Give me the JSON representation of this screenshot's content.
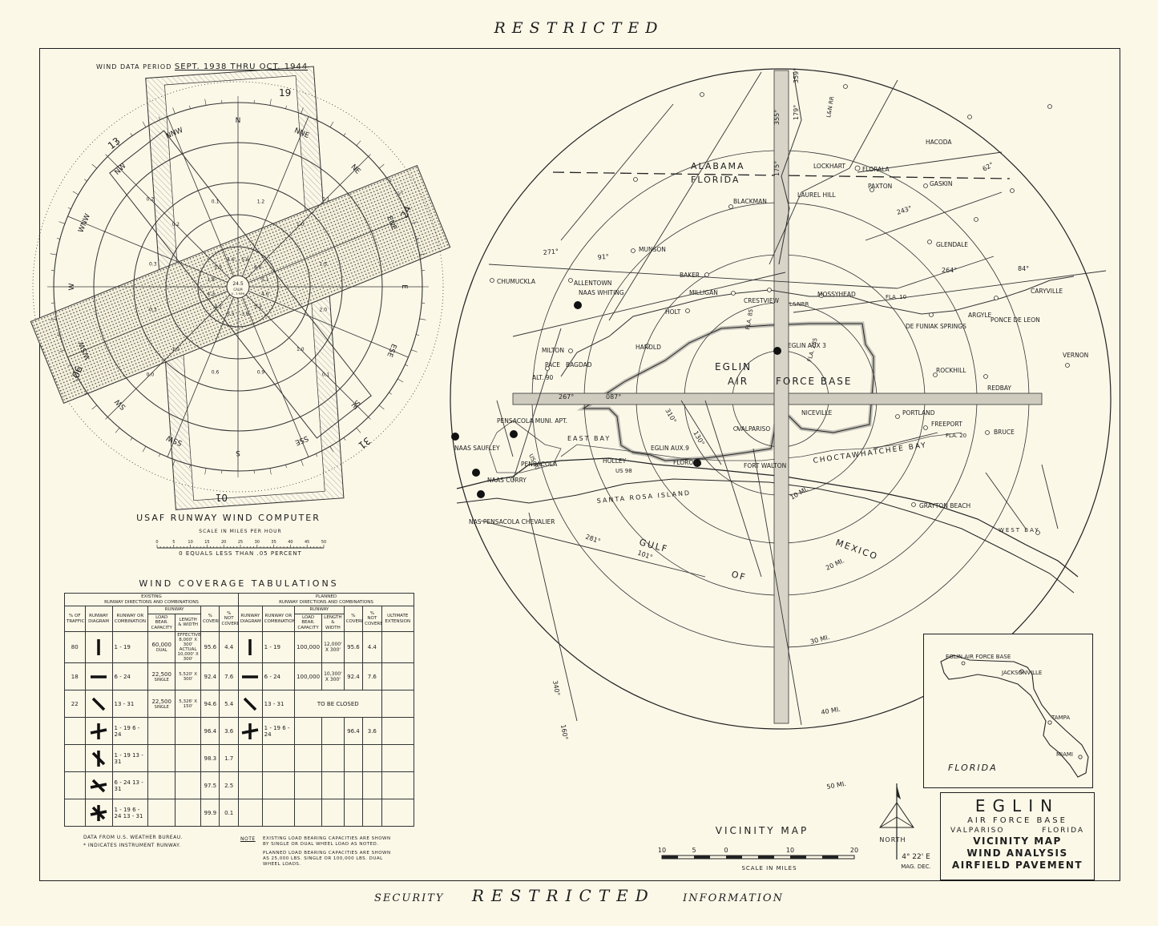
{
  "sheet": {
    "top_label": "RESTRICTED",
    "bottom_left": "SECURITY",
    "bottom_center": "RESTRICTED",
    "bottom_right": "INFORMATION"
  },
  "wind_computer": {
    "period_label": "WIND DATA PERIOD",
    "period_value": "SEPT. 1938 THRU OCT. 1944",
    "title": "USAF RUNWAY WIND COMPUTER",
    "scale_title": "SCALE IN MILES PER HOUR",
    "scale_ticks": [
      "0",
      "5",
      "10",
      "15",
      "20",
      "25",
      "30",
      "35",
      "40",
      "45",
      "50"
    ],
    "note": "0 EQUALS LESS THAN .05 PERCENT",
    "calm_value": "24.5",
    "calm_label": "CALM",
    "calm_range": "0 - 3 MPH",
    "compass_points": [
      "N",
      "NNE",
      "NE",
      "ENE",
      "E",
      "ESE",
      "SE",
      "SSE",
      "S",
      "SSW",
      "SW",
      "WSW",
      "W",
      "WNW",
      "NW",
      "NNW"
    ],
    "runway_labels": [
      "19",
      "01",
      "24",
      "06",
      "13",
      "31"
    ],
    "inner_values": [
      "5.6",
      "6.6",
      "5.1",
      "4.0",
      "3.2",
      "3.6",
      "5.5",
      "4.2",
      "4.3",
      "1.8",
      "1.5",
      "4.6"
    ],
    "middle_values": [
      "1.2",
      "1.0",
      "1.5",
      "2.0",
      "1.0",
      "0.9",
      "0.6",
      "1.0",
      "0.3",
      "0.3",
      "0.2",
      "0.1"
    ],
    "outer_values": [
      "0.1",
      "0.1",
      "0.0",
      "0.2"
    ]
  },
  "coverage": {
    "title": "WIND COVERAGE TABULATIONS",
    "existing_header": "EXISTING",
    "existing_sub": "RUNWAY DIRECTIONS AND COMBINATIONS",
    "planned_header": "PLANNED",
    "planned_sub": "RUNWAY DIRECTIONS AND COMBINATIONS",
    "runway_group": "RUNWAY",
    "col_traffic": "% OF TRAFFIC",
    "col_diagram": "RUNWAY DIAGRAM",
    "col_combination": "RUNWAY OR COMBINATION",
    "col_load": "LOAD BEAR. CAPACITY",
    "col_length": "LENGTH & WIDTH",
    "col_covered": "% COVERED",
    "col_not_covered": "% NOT COVERED",
    "col_ultimate": "ULTIMATE EXTENSION",
    "rows": [
      {
        "traffic": "80",
        "combo": "1 - 19",
        "load": "60,000",
        "load_note": "DUAL",
        "length": "EFFECTIVE 8,000' X 300' ACTUAL 10,000' X 300'",
        "covered": "95.6",
        "not_covered": "4.4",
        "p_combo": "1 - 19",
        "p_load": "100,000",
        "p_length": "12,000' X 300'",
        "p_covered": "95.6",
        "p_not": "4.4"
      },
      {
        "traffic": "18",
        "combo": "6 - 24",
        "load": "22,500",
        "load_note": "SINGLE",
        "length": "5,520' X 300'",
        "covered": "92.4",
        "not_covered": "7.6",
        "p_combo": "6 - 24",
        "p_load": "100,000",
        "p_length": "10,300' X 300'",
        "p_covered": "92.4",
        "p_not": "7.6"
      },
      {
        "traffic": "22",
        "combo": "13 - 31",
        "load": "22,500",
        "load_note": "SINGLE",
        "length": "5,326' X 150'",
        "covered": "94.6",
        "not_covered": "5.4",
        "p_combo": "13 - 31",
        "p_closed": "TO BE CLOSED"
      },
      {
        "combo": "1 - 19 6 - 24",
        "covered": "96.4",
        "not_covered": "3.6",
        "p_combo": "1 - 19 6 - 24",
        "p_covered": "96.4",
        "p_not": "3.6"
      },
      {
        "combo": "1 - 19 13 - 31",
        "covered": "98.3",
        "not_covered": "1.7"
      },
      {
        "combo": "6 - 24 13 - 31",
        "covered": "97.5",
        "not_covered": "2.5"
      },
      {
        "combo": "1 - 19 6 - 24 13 - 31",
        "covered": "99.9",
        "not_covered": "0.1"
      }
    ],
    "footnote_source": "DATA FROM U.S. WEATHER BUREAU.",
    "footnote_instrument": "* INDICATES INSTRUMENT RUNWAY.",
    "note_label": "NOTE",
    "note_existing": "EXISTING LOAD BEARING CAPACITIES ARE SHOWN BY SINGLE OR DUAL WHEEL LOAD AS NOTED.",
    "note_planned": "PLANNED LOAD BEARING CAPACITIES ARE SHOWN AS 25,000 LBS. SINGLE OR 100,000 LBS. DUAL WHEEL LOADS."
  },
  "vicinity": {
    "title": "VICINITY MAP",
    "scale_ticks": [
      "10",
      "5",
      "0",
      "10",
      "20"
    ],
    "scale_label": "SCALE IN MILES",
    "north_label": "NORTH",
    "mag_dec_value": "4° 22' E",
    "mag_dec_label": "MAG. DEC.",
    "state_labels": {
      "alabama": "ALABAMA",
      "florida": "FLORIDA"
    },
    "water_labels": {
      "gulf": "GULF",
      "of": "OF",
      "mexico": "MEXICO",
      "choctawhatchee": "CHOCTAWHATCHEE BAY",
      "east_bay": "EAST BAY",
      "west_bay": "WEST BAY",
      "santa_rosa": "SANTA ROSA ISLAND"
    },
    "base_label": [
      "EGLIN",
      "AIR",
      "FORCE BASE"
    ],
    "rings": [
      "10 MI.",
      "20 MI.",
      "30 MI.",
      "40 MI.",
      "50 MI."
    ],
    "towns": [
      {
        "id": "hacoda",
        "name": "HACODA"
      },
      {
        "id": "lockhart",
        "name": "LOCKHART"
      },
      {
        "id": "florala",
        "name": "FLORALA"
      },
      {
        "id": "paxton",
        "name": "PAXTON"
      },
      {
        "id": "gaskin",
        "name": "GASKIN"
      },
      {
        "id": "laurel-hill",
        "name": "LAUREL HILL"
      },
      {
        "id": "blackman",
        "name": "BLACKMAN"
      },
      {
        "id": "glendale",
        "name": "GLENDALE"
      },
      {
        "id": "munson",
        "name": "MUNSON"
      },
      {
        "id": "chumuckla",
        "name": "CHUMUCKLA"
      },
      {
        "id": "allentown",
        "name": "ALLENTOWN"
      },
      {
        "id": "naas-whiting",
        "name": "NAAS WHITING"
      },
      {
        "id": "baker",
        "name": "BAKER"
      },
      {
        "id": "milligan",
        "name": "MILLIGAN"
      },
      {
        "id": "crestview",
        "name": "CRESTVIEW"
      },
      {
        "id": "mossyhead",
        "name": "MOSSYHEAD"
      },
      {
        "id": "caryville",
        "name": "CARYVILLE"
      },
      {
        "id": "argyle",
        "name": "ARGYLE"
      },
      {
        "id": "ponce-de-leon",
        "name": "PONCE DE LEON"
      },
      {
        "id": "defuniak",
        "name": "DE FUNIAK SPRINGS"
      },
      {
        "id": "holt",
        "name": "HOLT"
      },
      {
        "id": "vernon",
        "name": "VERNON"
      },
      {
        "id": "milton",
        "name": "MILTON"
      },
      {
        "id": "harold",
        "name": "HAROLD"
      },
      {
        "id": "pace",
        "name": "PACE"
      },
      {
        "id": "bagdad",
        "name": "BAGDAD"
      },
      {
        "id": "eglin-aux3",
        "name": "EGLIN AUX 3"
      },
      {
        "id": "rockhill",
        "name": "ROCKHILL"
      },
      {
        "id": "redbay",
        "name": "REDBAY"
      },
      {
        "id": "alt90",
        "name": "ALT. 90"
      },
      {
        "id": "niceville",
        "name": "NICEVILLE"
      },
      {
        "id": "portland",
        "name": "PORTLAND"
      },
      {
        "id": "freeport",
        "name": "FREEPORT"
      },
      {
        "id": "valparaiso",
        "name": "VALPARISO"
      },
      {
        "id": "bruce",
        "name": "BRUCE"
      },
      {
        "id": "pensacola-muni",
        "name": "PENSACOLA MUNI. APT."
      },
      {
        "id": "naas-saufley",
        "name": "NAAS SAUFLEY"
      },
      {
        "id": "pensacola",
        "name": "PENSACOLA"
      },
      {
        "id": "holley",
        "name": "HOLLEY"
      },
      {
        "id": "eglin-aux9",
        "name": "EGLIN AUX.9"
      },
      {
        "id": "florosa",
        "name": "FLOROSA"
      },
      {
        "id": "fort-walton",
        "name": "FORT WALTON"
      },
      {
        "id": "naas-corry",
        "name": "NAAS CORRY"
      },
      {
        "id": "nas-pensacola",
        "name": "NAS PENSACOLA CHEVALIER"
      },
      {
        "id": "grayton",
        "name": "GRAYTON BEACH"
      }
    ],
    "routes": [
      "US 90",
      "US 98",
      "FLA. 10",
      "FLA. 20",
      "FLA. 85",
      "FLA. 285",
      "L&N RR",
      "L&NRR"
    ],
    "bearings": [
      "267°",
      "087°",
      "355°",
      "175°",
      "179°",
      "359°",
      "130°",
      "310°",
      "281°",
      "101°",
      "340°",
      "160°",
      "243°",
      "264°",
      "84°",
      "271°",
      "91°",
      "62°"
    ]
  },
  "inset": {
    "state": "FLORIDA",
    "base": "EGLIN AIR FORCE BASE",
    "cities": [
      "JACKSONVILLE",
      "TAMPA",
      "MIAMI"
    ]
  },
  "title_block": {
    "name": "EGLIN",
    "subtitle": "AIR FORCE BASE",
    "place_left": "VALPARISO",
    "place_right": "FLORIDA",
    "line1": "VICINITY MAP",
    "line2": "WIND ANALYSIS",
    "line3": "AIRFIELD PAVEMENT"
  }
}
